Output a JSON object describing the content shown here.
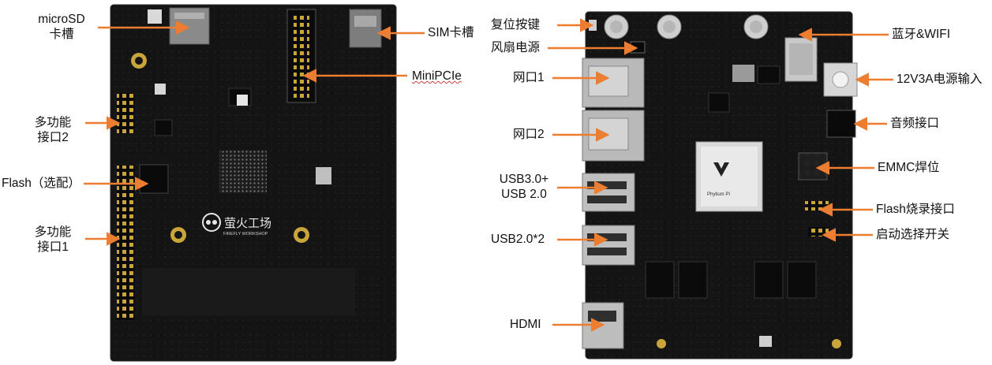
{
  "left_board": {
    "labels": {
      "microsd": [
        "microSD",
        "卡槽"
      ],
      "sim": "SIM卡槽",
      "minipcie": "MiniPCIe",
      "multi2": [
        "多功能",
        "接口2"
      ],
      "flash": "Flash（选配）",
      "multi1": [
        "多功能",
        "接口1"
      ]
    },
    "logo_text": "萤火工场",
    "logo_sub": "FIREFLY WORKSHOP"
  },
  "right_board": {
    "labels": {
      "reset": "复位按键",
      "fan": "风扇电源",
      "eth1": "网口1",
      "eth2": "网口2",
      "usb30": [
        "USB3.0+",
        "USB 2.0"
      ],
      "usb20": "USB2.0*2",
      "hdmi": "HDMI",
      "bt": "蓝牙&WIFI",
      "pwr": "12V3A电源输入",
      "audio": "音频接口",
      "emmc": "EMMC焊位",
      "flashburn": "Flash烧录接口",
      "boot": "启动选择开关"
    },
    "soc_text": "Phytium PI"
  },
  "colors": {
    "board": "#141414",
    "arrow": "#ED7D31",
    "gold": "#c9a53a"
  }
}
